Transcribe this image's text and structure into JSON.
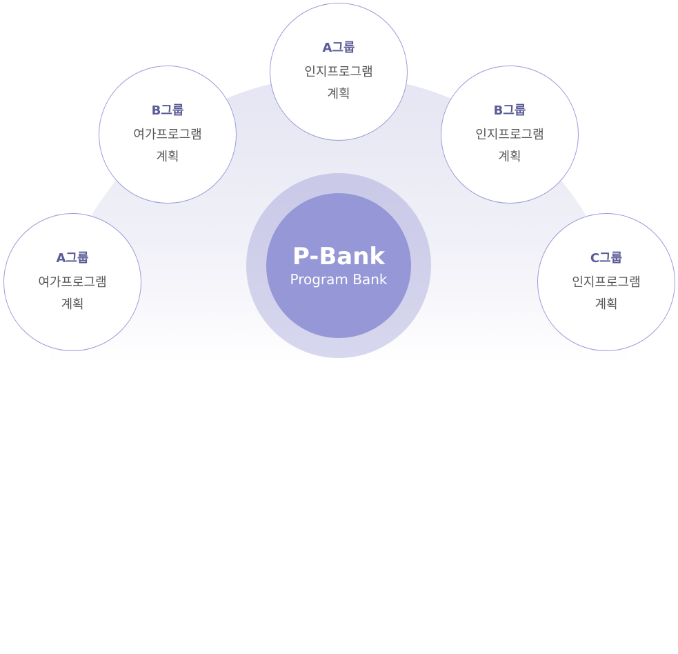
{
  "center": {
    "title": "P-Bank",
    "subtitle": "Program Bank"
  },
  "nodes": [
    {
      "group": "A그룹",
      "line1": "여가프로그램",
      "line2": "계획"
    },
    {
      "group": "B그룹",
      "line1": "여가프로그램",
      "line2": "계획"
    },
    {
      "group": "A그룹",
      "line1": "인지프로그램",
      "line2": "계획"
    },
    {
      "group": "B그룹",
      "line1": "인지프로그램",
      "line2": "계획"
    },
    {
      "group": "C그룹",
      "line1": "인지프로그램",
      "line2": "계획"
    }
  ],
  "colors": {
    "accent": "#9597d6",
    "ring": "#cacbe8",
    "title": "#5b5b98",
    "border": "#9c9ad8"
  }
}
